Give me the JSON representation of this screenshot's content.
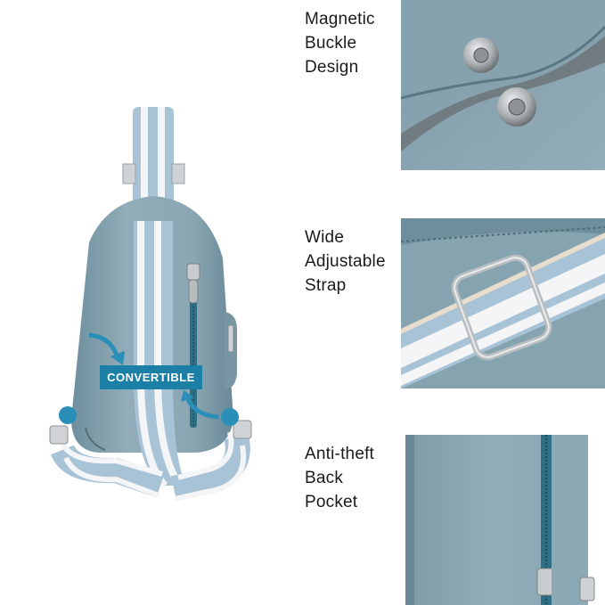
{
  "badge": {
    "text": "CONVERTIBLE"
  },
  "features": [
    {
      "lines": [
        "Magnetic",
        "Buckle",
        "Design"
      ]
    },
    {
      "lines": [
        "Wide",
        "Adjustable",
        "Strap"
      ]
    },
    {
      "lines": [
        "Anti-theft",
        "Back",
        "Pocket"
      ]
    }
  ],
  "colors": {
    "leather": "#8aa6b3",
    "leather_dark": "#5f7e8c",
    "strap_blue": "#a9c3d6",
    "strap_white": "#f4f5f6",
    "badge": "#1b7fa6",
    "arrow": "#2a8fb8"
  }
}
